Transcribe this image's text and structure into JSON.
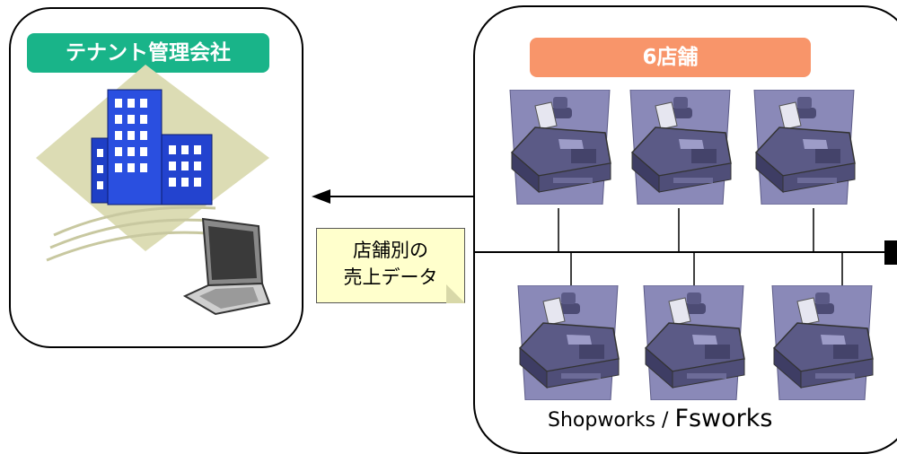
{
  "tenant": {
    "title": "テナント管理会社"
  },
  "stores": {
    "title": "6店舗",
    "register_count": 6
  },
  "note": {
    "line1": "店舗別の",
    "line2": "売上データ"
  },
  "system": {
    "name1": "Shopworks",
    "separator": " / ",
    "name2": "Fsworks"
  },
  "colors": {
    "tenant_title_bg": "#19b489",
    "stores_title_bg": "#f8956a",
    "note_bg": "#ffffcc",
    "register_body": "#6b6a9a"
  },
  "icons": {
    "building": "office-building-icon",
    "laptop": "laptop-icon",
    "register": "cash-register-icon"
  }
}
